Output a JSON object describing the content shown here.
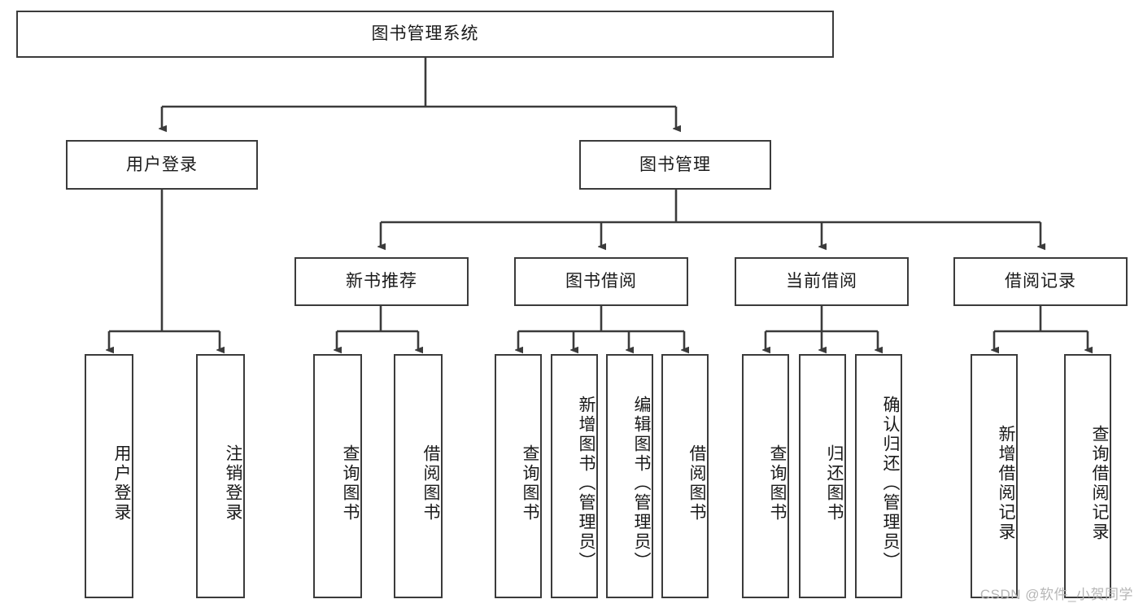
{
  "diagram": {
    "type": "tree",
    "title": "图书管理系统",
    "orientation": "top-down",
    "line_color": "#3b3b3b",
    "box_fill": "#ffffff",
    "text_color": "#1a1a1a",
    "root": {
      "id": "root",
      "label": "图书管理系统",
      "text_direction": "horizontal"
    },
    "level2": [
      {
        "id": "user-login",
        "label": "用户登录",
        "text_direction": "horizontal"
      },
      {
        "id": "book-manage",
        "label": "图书管理",
        "text_direction": "horizontal"
      }
    ],
    "level3": [
      {
        "id": "new-book-recommend",
        "label": "新书推荐",
        "text_direction": "horizontal",
        "parent": "book-manage"
      },
      {
        "id": "book-borrow",
        "label": "图书借阅",
        "text_direction": "horizontal",
        "parent": "book-manage"
      },
      {
        "id": "current-borrow",
        "label": "当前借阅",
        "text_direction": "horizontal",
        "parent": "book-manage"
      },
      {
        "id": "borrow-record",
        "label": "借阅记录",
        "text_direction": "horizontal",
        "parent": "book-manage"
      }
    ],
    "leaves": [
      {
        "id": "leaf-user-login",
        "label": "用户登录",
        "parent": "user-login",
        "text_direction": "vertical"
      },
      {
        "id": "leaf-user-logout",
        "label": "注销登录",
        "parent": "user-login",
        "text_direction": "vertical"
      },
      {
        "id": "leaf-query-book-1",
        "label": "查询图书",
        "parent": "new-book-recommend",
        "text_direction": "vertical"
      },
      {
        "id": "leaf-borrow-book-1",
        "label": "借阅图书",
        "parent": "new-book-recommend",
        "text_direction": "vertical"
      },
      {
        "id": "leaf-query-book-2",
        "label": "查询图书",
        "parent": "book-borrow",
        "text_direction": "vertical"
      },
      {
        "id": "leaf-add-book",
        "label": "新增图书（管理员）",
        "parent": "book-borrow",
        "text_direction": "vertical"
      },
      {
        "id": "leaf-edit-book",
        "label": "编辑图书（管理员）",
        "parent": "book-borrow",
        "text_direction": "vertical"
      },
      {
        "id": "leaf-borrow-book-2",
        "label": "借阅图书",
        "parent": "book-borrow",
        "text_direction": "vertical"
      },
      {
        "id": "leaf-query-book-3",
        "label": "查询图书",
        "parent": "current-borrow",
        "text_direction": "vertical"
      },
      {
        "id": "leaf-return-book",
        "label": "归还图书",
        "parent": "current-borrow",
        "text_direction": "vertical"
      },
      {
        "id": "leaf-confirm-return",
        "label": "确认归还（管理员）",
        "parent": "current-borrow",
        "text_direction": "vertical"
      },
      {
        "id": "leaf-add-record",
        "label": "新增借阅记录",
        "parent": "borrow-record",
        "text_direction": "vertical"
      },
      {
        "id": "leaf-query-record",
        "label": "查询借阅记录",
        "parent": "borrow-record",
        "text_direction": "vertical"
      }
    ]
  },
  "watermark": {
    "text": "CSDN @软件_小贺同学"
  }
}
